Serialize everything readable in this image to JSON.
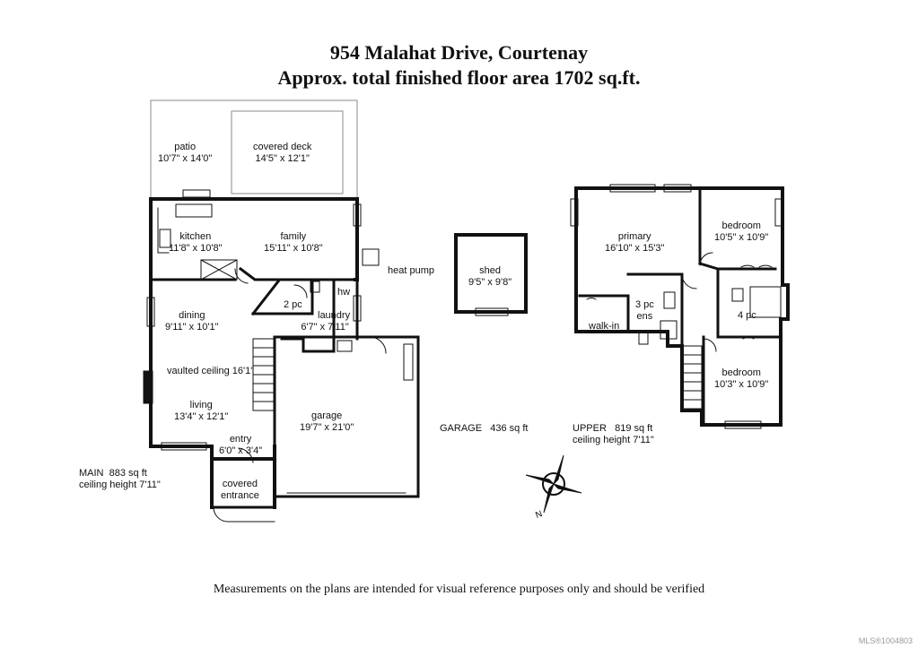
{
  "header": {
    "address": "954 Malahat Drive, Courtenay",
    "area": "Approx. total finished floor area 1702 sq.ft."
  },
  "rooms": {
    "patio": {
      "name": "patio",
      "size": "10'7\" x 14'0\""
    },
    "covered_deck": {
      "name": "covered deck",
      "size": "14'5\" x 12'1\""
    },
    "kitchen": {
      "name": "kitchen",
      "size": "11'8\" x 10'8\""
    },
    "family": {
      "name": "family",
      "size": "15'11\" x 10'8\""
    },
    "heat_pump": {
      "name": "heat pump"
    },
    "two_pc": {
      "name": "2 pc"
    },
    "hw": {
      "name": "hw"
    },
    "laundry": {
      "name": "laundry",
      "size": "6'7\" x 7'11\""
    },
    "dining": {
      "name": "dining",
      "size": "9'11\" x 10'1\""
    },
    "vaulted": {
      "name": "vaulted ceiling 16'1\""
    },
    "living": {
      "name": "living",
      "size": "13'4\" x 12'1\""
    },
    "entry": {
      "name": "entry",
      "size": "6'0\" x 3'4\""
    },
    "covered_entrance": {
      "line1": "covered",
      "line2": "entrance"
    },
    "garage": {
      "name": "garage",
      "size": "19'7\" x 21'0\""
    },
    "shed": {
      "name": "shed",
      "size": "9'5\" x 9'8\""
    },
    "primary": {
      "name": "primary",
      "size": "16'10\" x 15'3\""
    },
    "bedroom1": {
      "name": "bedroom",
      "size": "10'5\" x 10'9\""
    },
    "walk_in": {
      "name": "walk-in"
    },
    "three_pc": {
      "line1": "3 pc",
      "line2": "ens"
    },
    "four_pc": {
      "name": "4 pc"
    },
    "bedroom2": {
      "name": "bedroom",
      "size": "10'3\" x 10'9\""
    }
  },
  "summaries": {
    "main": {
      "label": "MAIN",
      "sqft": "883 sq ft",
      "ceiling": "ceiling height 7'11\""
    },
    "garage": {
      "label": "GARAGE",
      "sqft": "436 sq ft"
    },
    "upper": {
      "label": "UPPER",
      "sqft": "819 sq ft",
      "ceiling": "ceiling height 7'11\""
    }
  },
  "compass": {
    "north_label": "N"
  },
  "footer": {
    "disclaimer": "Measurements on the plans are intended for visual reference purposes only and should be verified",
    "mls": "MLS®1004803"
  }
}
